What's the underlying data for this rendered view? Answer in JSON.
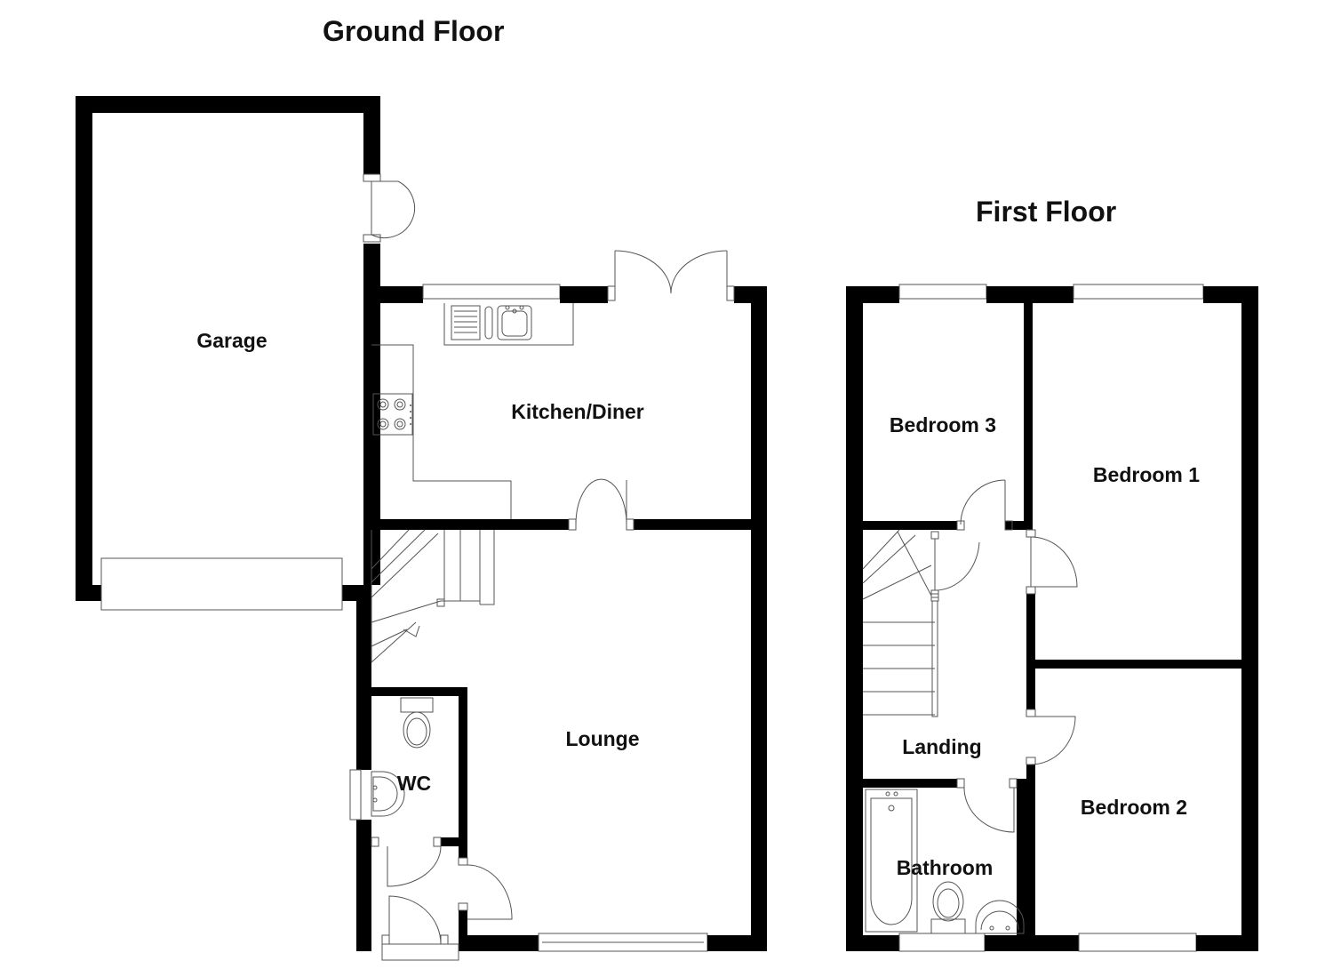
{
  "floors": {
    "ground": {
      "title": "Ground Floor",
      "rooms": {
        "garage": "Garage",
        "kitchen": "Kitchen/Diner",
        "lounge": "Lounge",
        "wc": "WC"
      }
    },
    "first": {
      "title": "First Floor",
      "rooms": {
        "bedroom3": "Bedroom 3",
        "bedroom1": "Bedroom 1",
        "bedroom2": "Bedroom 2",
        "landing": "Landing",
        "bathroom": "Bathroom"
      }
    }
  },
  "colors": {
    "wall": "#000000",
    "fixture_line": "#555555",
    "background": "#ffffff"
  }
}
